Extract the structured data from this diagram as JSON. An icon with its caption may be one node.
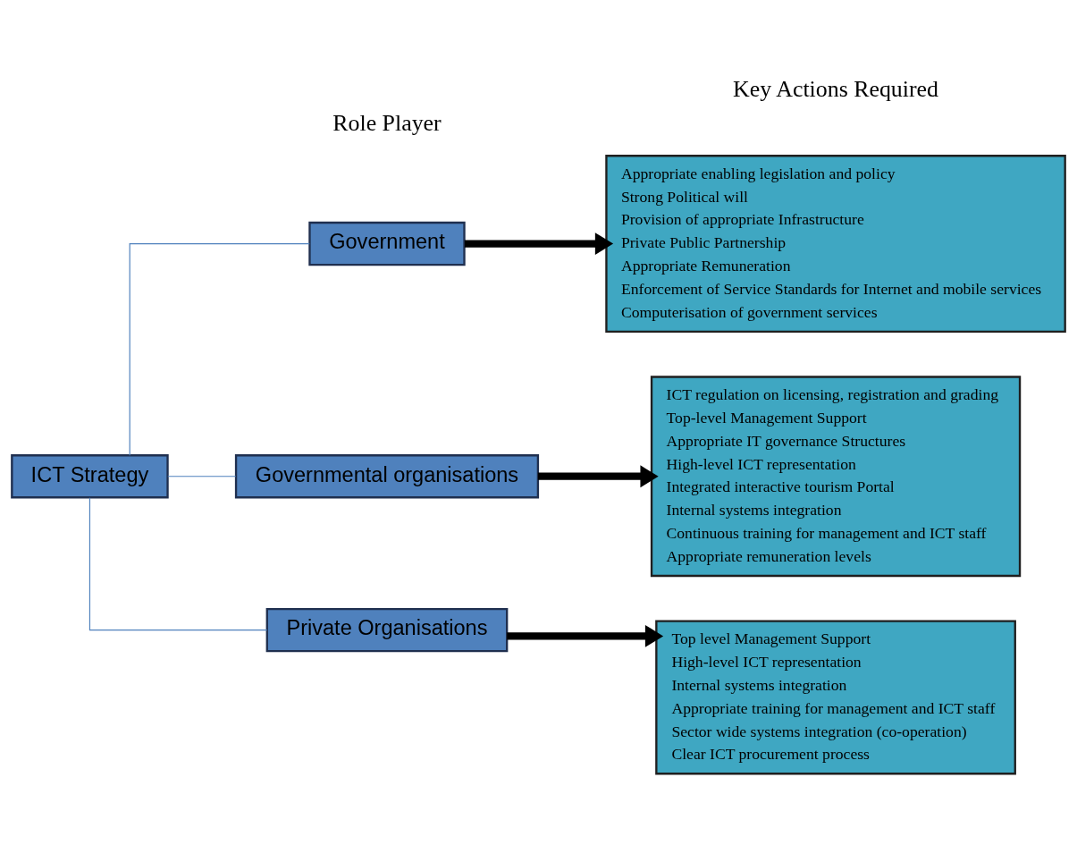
{
  "diagram": {
    "nodes": [
      {
        "text": [
          "ICT Strategy"
        ]
      },
      {
        "text": [
          "Government"
        ]
      },
      {
        "text": [
          "Governmental organisations"
        ]
      },
      {
        "text": [
          "Private Organisations"
        ]
      },
      {
        "text": [
          "Appropriate enabling legislation and policy",
          "Strong Political will",
          "Provision of appropriate Infrastructure",
          "Private Public Partnership",
          "Appropriate Remuneration",
          "Enforcement of Service Standards for Internet and mobile services",
          "Computerisation of government services"
        ]
      },
      {
        "text": [
          "ICT regulation on licensing, registration and grading",
          "Top-level Management Support",
          "Appropriate IT governance Structures",
          "High-level ICT representation",
          "Integrated interactive tourism Portal",
          "Internal systems integration",
          "Continuous training for management and ICT staff",
          "Appropriate remuneration levels"
        ]
      },
      {
        "text": [
          "Top level Management Support",
          "High-level ICT representation",
          "Internal systems integration",
          "Appropriate training for management and ICT staff",
          "Sector wide systems integration (co-operation)",
          "Clear ICT procurement process"
        ]
      }
    ],
    "edges": [
      {
        "from": 0,
        "to": 1,
        "arrow": "none",
        "color": "#4f81bd"
      },
      {
        "from": 0,
        "to": 2,
        "arrow": "none",
        "color": "#4f81bd"
      },
      {
        "from": 0,
        "to": 3,
        "arrow": "none",
        "color": "#4f81bd"
      },
      {
        "from": 1,
        "to": 4,
        "arrow": "to",
        "style": "thick",
        "color": "#000000"
      },
      {
        "from": 2,
        "to": 5,
        "arrow": "to",
        "style": "thick",
        "color": "#000000"
      },
      {
        "from": 3,
        "to": 6,
        "arrow": "to",
        "style": "thick",
        "color": "#000000"
      }
    ],
    "labels": [
      "Role Player",
      "Key Actions Required"
    ]
  }
}
